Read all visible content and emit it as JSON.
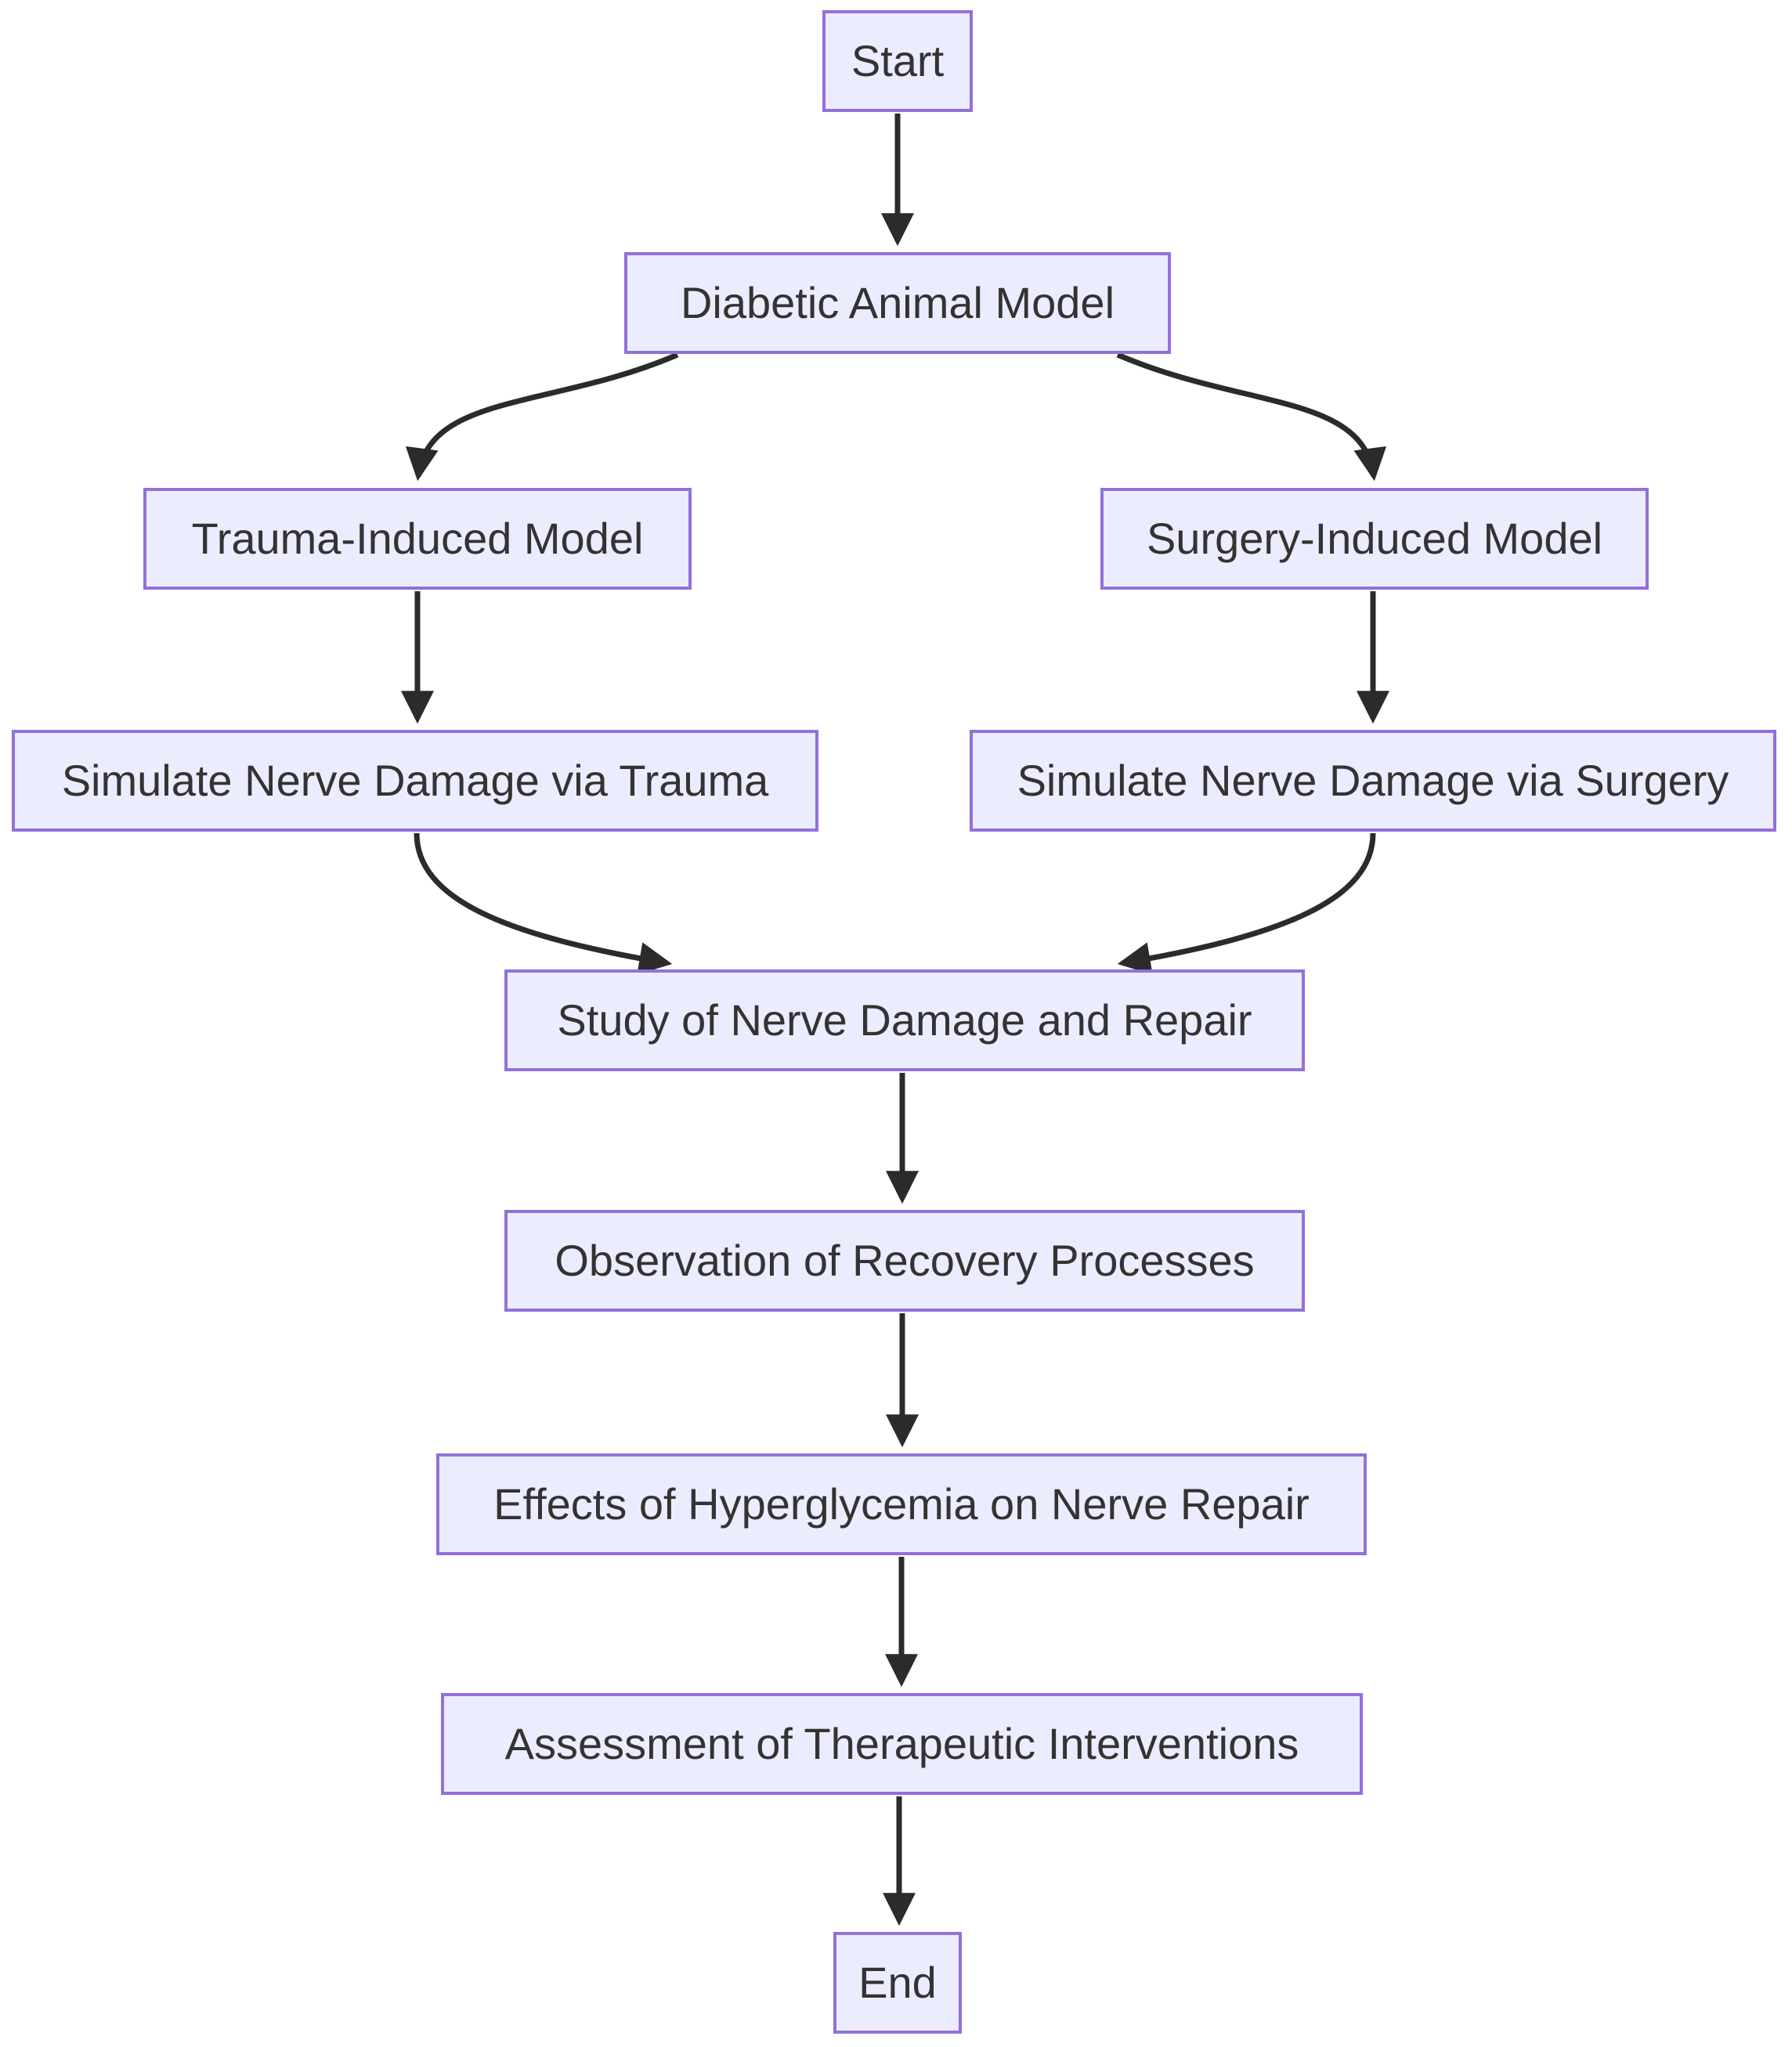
{
  "diagram": {
    "type": "flowchart",
    "direction": "top-down",
    "nodes": {
      "start": {
        "label": "Start"
      },
      "diabetic_animal_model": {
        "label": "Diabetic Animal Model"
      },
      "trauma_induced_model": {
        "label": "Trauma-Induced Model"
      },
      "surgery_induced_model": {
        "label": "Surgery-Induced Model"
      },
      "simulate_trauma": {
        "label": "Simulate Nerve Damage via Trauma"
      },
      "simulate_surgery": {
        "label": "Simulate Nerve Damage via Surgery"
      },
      "study": {
        "label": "Study of Nerve Damage and Repair"
      },
      "observation": {
        "label": "Observation of Recovery Processes"
      },
      "effects": {
        "label": "Effects of Hyperglycemia on Nerve Repair"
      },
      "assessment": {
        "label": "Assessment of Therapeutic Interventions"
      },
      "end": {
        "label": "End"
      }
    },
    "edges": [
      {
        "from": "start",
        "to": "diabetic_animal_model"
      },
      {
        "from": "diabetic_animal_model",
        "to": "trauma_induced_model"
      },
      {
        "from": "diabetic_animal_model",
        "to": "surgery_induced_model"
      },
      {
        "from": "trauma_induced_model",
        "to": "simulate_trauma"
      },
      {
        "from": "surgery_induced_model",
        "to": "simulate_surgery"
      },
      {
        "from": "simulate_trauma",
        "to": "study"
      },
      {
        "from": "simulate_surgery",
        "to": "study"
      },
      {
        "from": "study",
        "to": "observation"
      },
      {
        "from": "observation",
        "to": "effects"
      },
      {
        "from": "effects",
        "to": "assessment"
      },
      {
        "from": "assessment",
        "to": "end"
      }
    ],
    "colors": {
      "node_fill": "#ECECFF",
      "node_border": "#9370DB",
      "node_text": "#333333",
      "edge": "#2B2B2B",
      "background": "#FFFFFF"
    }
  }
}
